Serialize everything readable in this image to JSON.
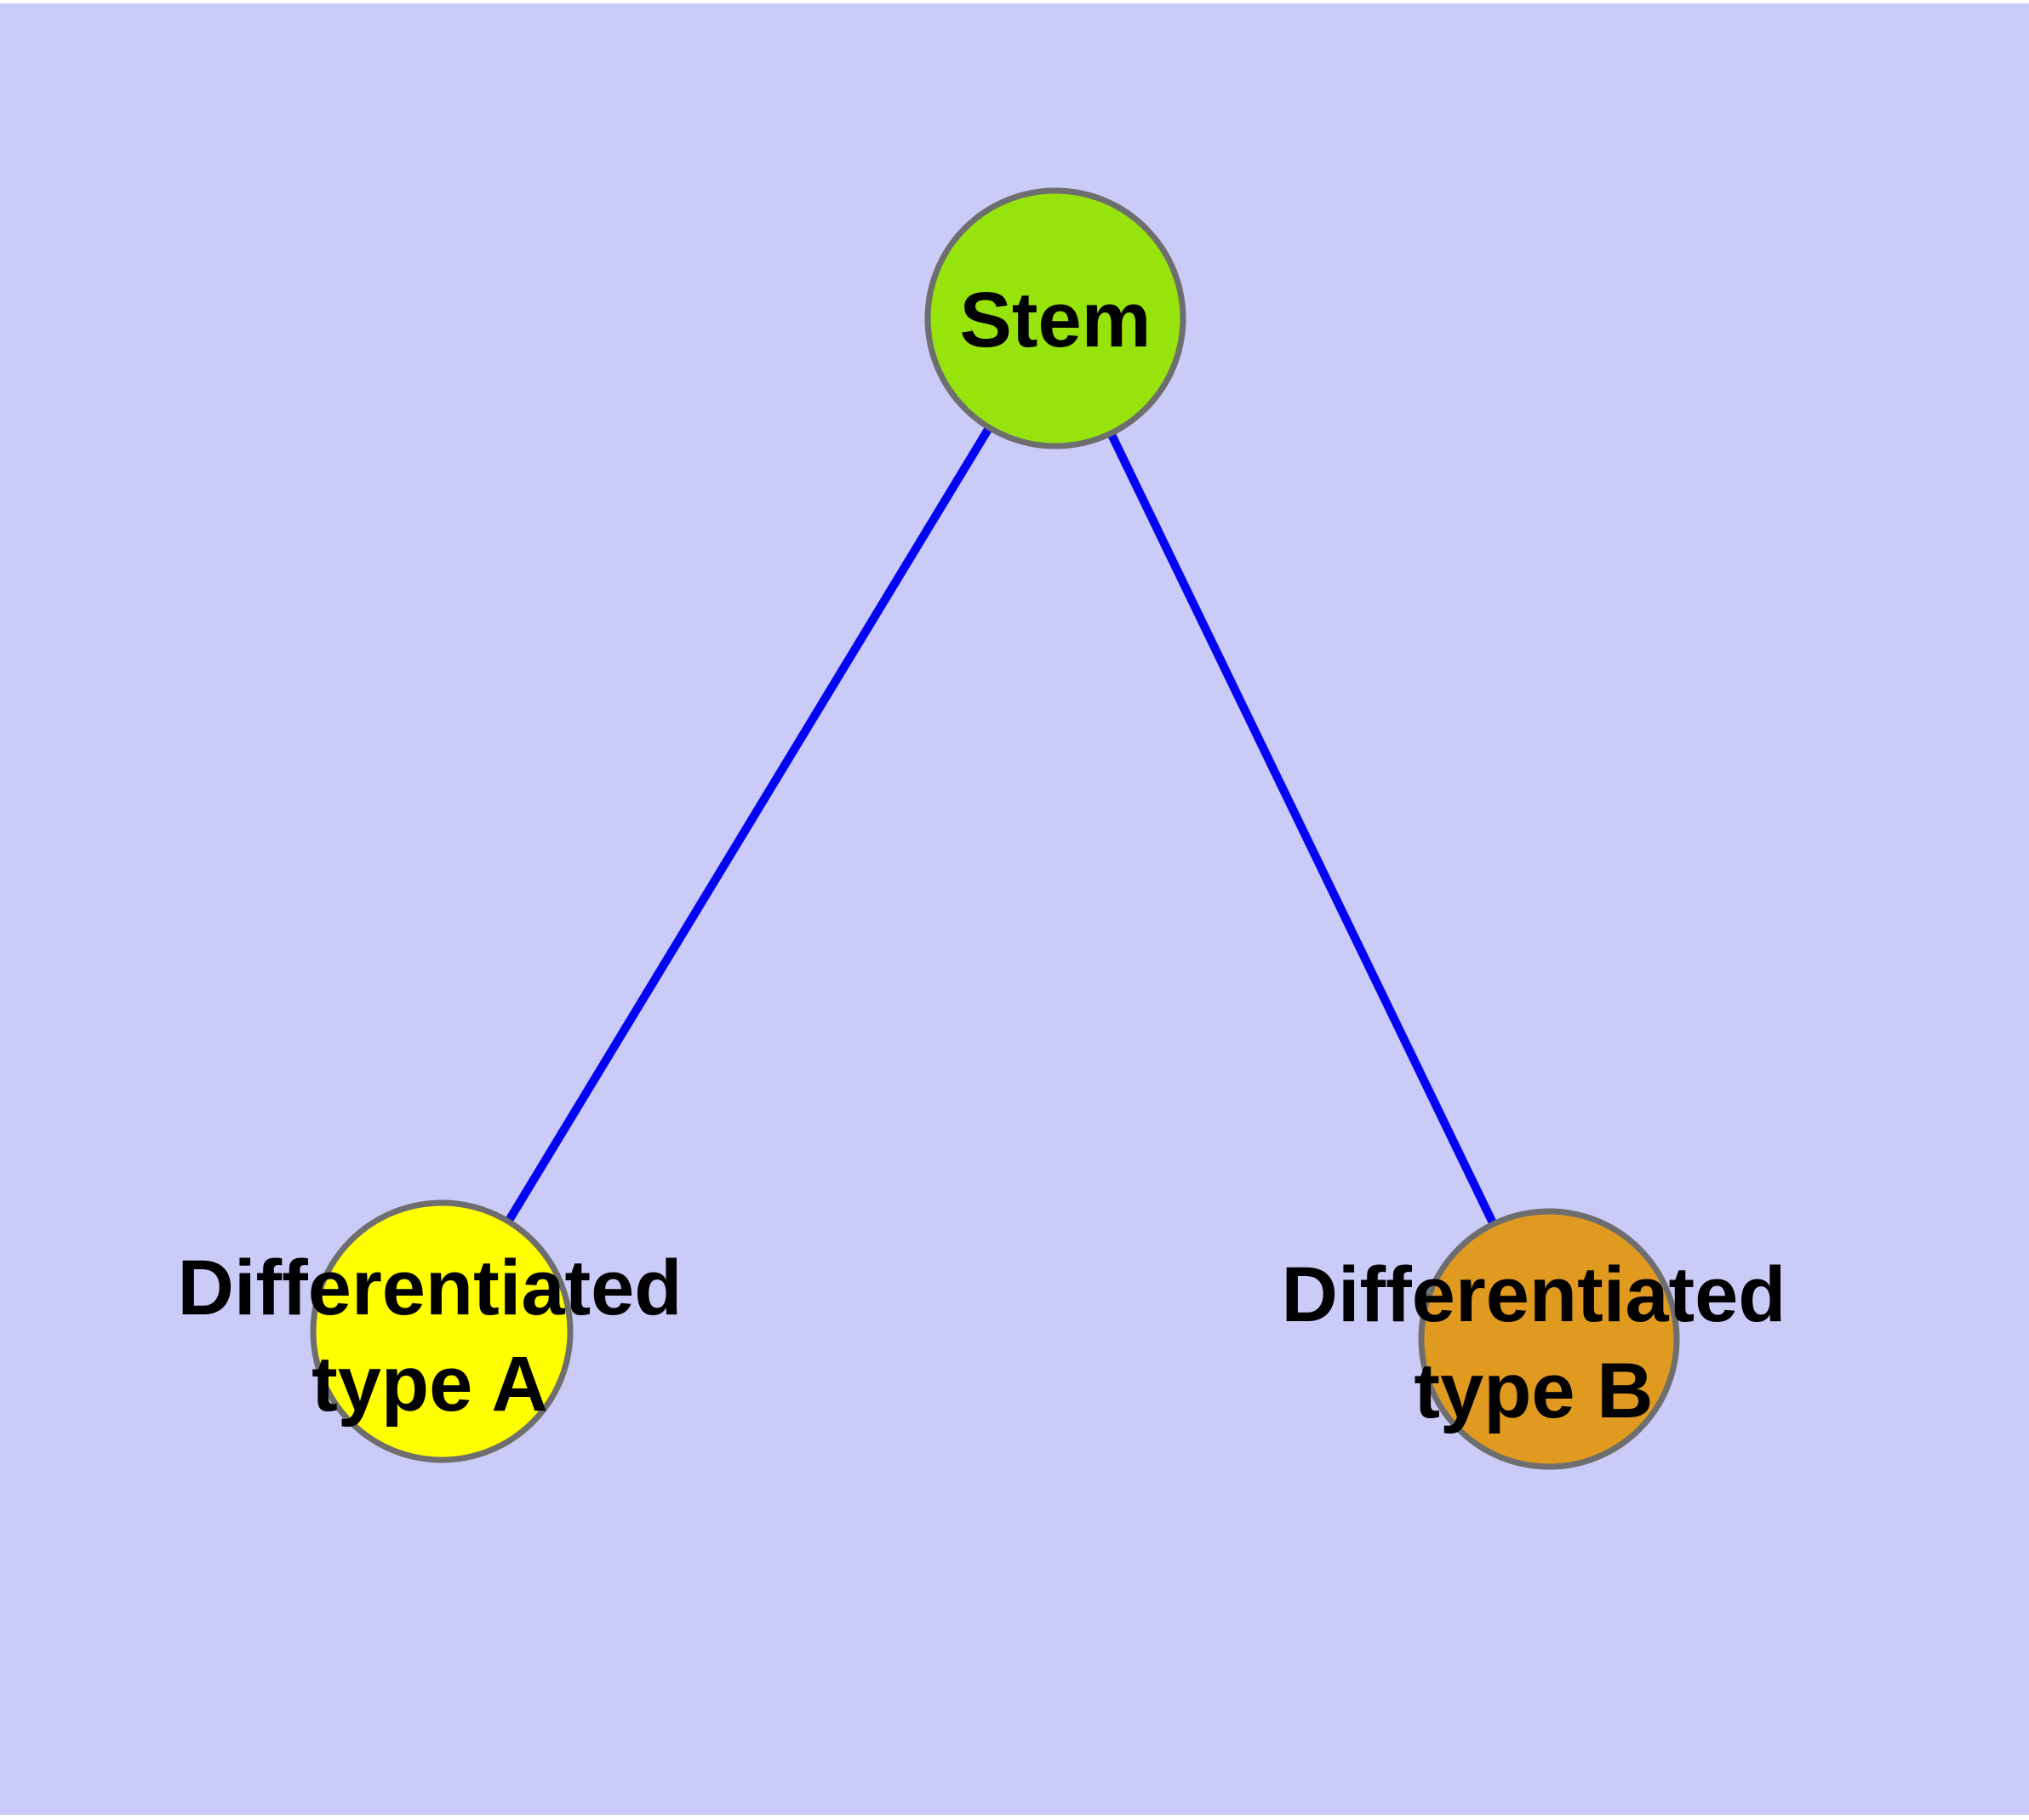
{
  "diagram": {
    "type": "graph",
    "background_color": "#CBCBF8",
    "edge_color": "#0404F4",
    "node_border_color": "#6E6E6E",
    "label_color": "#000000",
    "nodes": [
      {
        "id": "stem",
        "label": "Stem",
        "fill": "#97E40C"
      },
      {
        "id": "differentiated-type-a",
        "label_line1": "Differentiated",
        "label_line2": "type A",
        "fill": "#FFFF00"
      },
      {
        "id": "differentiated-type-b",
        "label_line1": "Differentiated",
        "label_line2": "type B",
        "fill": "#E09A1F"
      }
    ],
    "edges": [
      {
        "from": "stem",
        "to": "differentiated-type-a"
      },
      {
        "from": "stem",
        "to": "differentiated-type-b"
      }
    ]
  }
}
